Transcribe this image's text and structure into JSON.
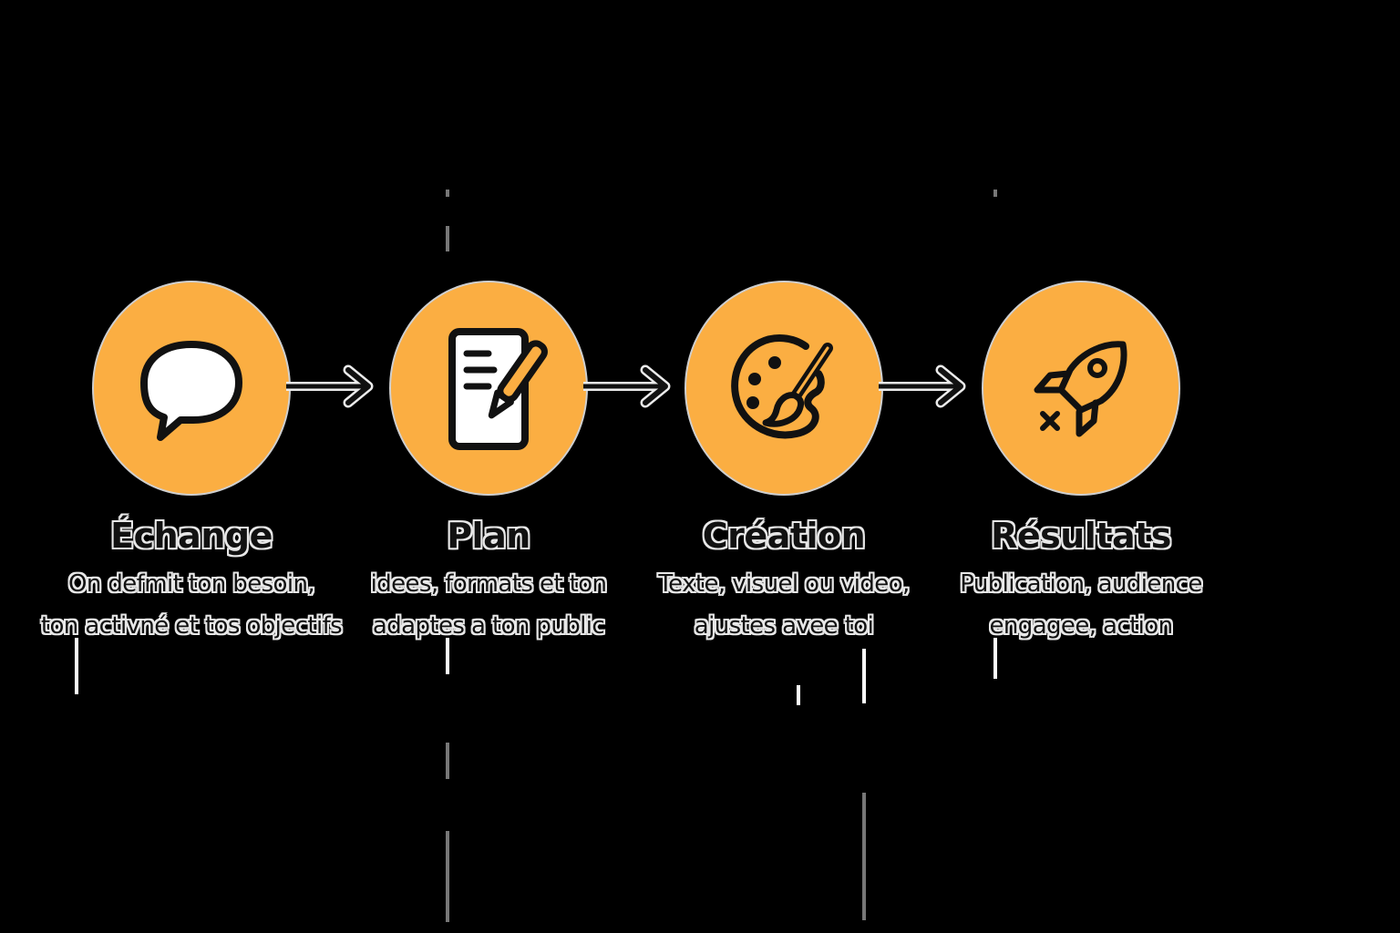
{
  "diagram": {
    "type": "process-flow",
    "background": "#000000",
    "accent_color": "#FBAE42",
    "steps": [
      {
        "title": "Échange",
        "icon": "speech-bubble-icon",
        "description_lines": [
          "On defmit ton besoin,",
          "ton activné et tos objectifs"
        ]
      },
      {
        "title": "Plan",
        "icon": "document-pencil-icon",
        "description_lines": [
          "idees, formats et ton",
          "adaptes a ton public"
        ]
      },
      {
        "title": "Création",
        "icon": "palette-brush-icon",
        "description_lines": [
          "Texte, visuel ou video,",
          "ajustes avee toi"
        ]
      },
      {
        "title": "Résultats",
        "icon": "rocket-icon",
        "description_lines": [
          "Publication, audience",
          "engagee, action"
        ]
      }
    ],
    "connectors": [
      {
        "from": "Échange",
        "to": "Plan",
        "icon": "arrow-right-icon"
      },
      {
        "from": "Plan",
        "to": "Création",
        "icon": "arrow-right-icon"
      },
      {
        "from": "Création",
        "to": "Résultats",
        "icon": "arrow-right-icon"
      }
    ]
  }
}
